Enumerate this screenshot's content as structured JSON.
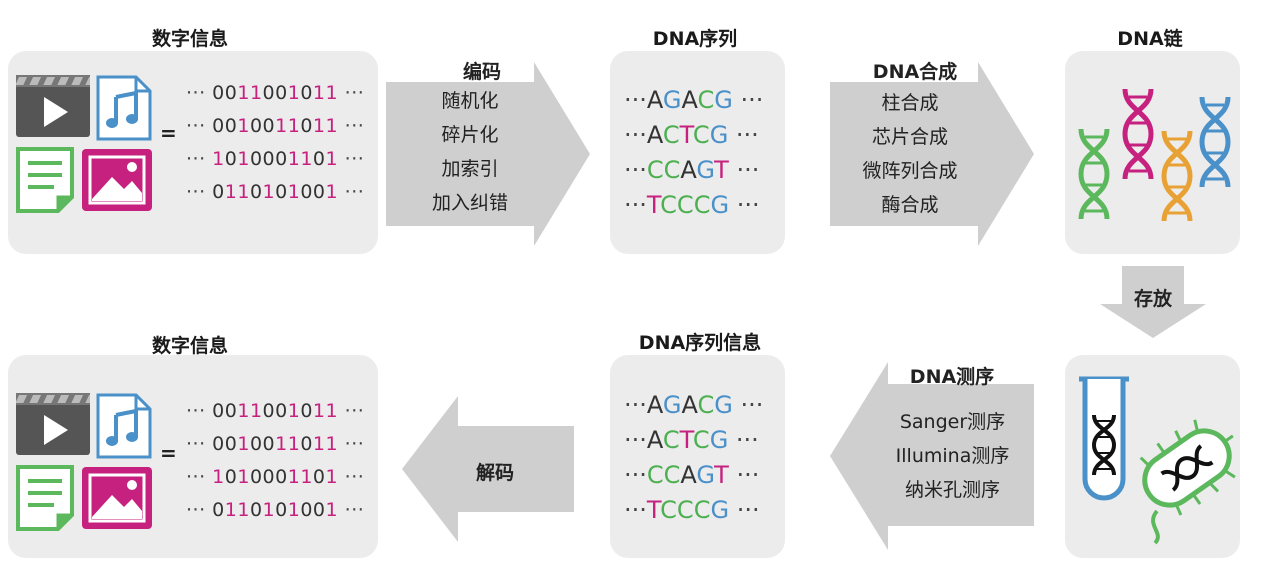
{
  "top_left": {
    "title": "数字信息",
    "equals": "=",
    "bit_rows": [
      {
        "pre": "···",
        "bits": "0011001011",
        "post": "···"
      },
      {
        "pre": "···",
        "bits": "0010011011",
        "post": "···"
      },
      {
        "pre": "···",
        "bits": "1010001101",
        "post": "···"
      },
      {
        "pre": "···",
        "bits": "0110101001",
        "post": "···"
      }
    ],
    "icons": [
      "video-icon",
      "music-file-icon",
      "document-icon",
      "image-icon"
    ]
  },
  "encode_arrow": {
    "label": "编码",
    "items": [
      "随机化",
      "碎片化",
      "加索引",
      "加入纠错"
    ]
  },
  "dna_sequence": {
    "title": "DNA序列",
    "rows": [
      {
        "pre": "···",
        "seq": "AGACG",
        "post": "···"
      },
      {
        "pre": "···",
        "seq": "ACTCG",
        "post": "···"
      },
      {
        "pre": "···",
        "seq": "CCAGT",
        "post": "···"
      },
      {
        "pre": "···",
        "seq": "TCCCG",
        "post": "···"
      }
    ]
  },
  "synthesis_arrow": {
    "label": "DNA合成",
    "items": [
      "柱合成",
      "芯片合成",
      "微阵列合成",
      "酶合成"
    ]
  },
  "dna_chain": {
    "title": "DNA链",
    "icons": [
      "dna-green-icon",
      "dna-magenta-icon",
      "dna-orange-icon",
      "dna-blue-icon"
    ]
  },
  "storage_arrow": {
    "label": "存放"
  },
  "storage_panel": {
    "icons": [
      "test-tube-dna-icon",
      "bacteria-dna-icon"
    ]
  },
  "sequencing_arrow": {
    "label": "DNA测序",
    "items": [
      "Sanger测序",
      "Illumina测序",
      "纳米孔测序"
    ]
  },
  "dna_sequence_info": {
    "title": "DNA序列信息",
    "rows": [
      {
        "pre": "···",
        "seq": "AGACG",
        "post": "···"
      },
      {
        "pre": "···",
        "seq": "ACTCG",
        "post": "···"
      },
      {
        "pre": "···",
        "seq": "CCAGT",
        "post": "···"
      },
      {
        "pre": "···",
        "seq": "TCCCG",
        "post": "···"
      }
    ]
  },
  "decode_arrow": {
    "label": "解码"
  },
  "bottom_left": {
    "title": "数字信息",
    "equals": "=",
    "bit_rows": [
      {
        "pre": "···",
        "bits": "0011001011",
        "post": "···"
      },
      {
        "pre": "···",
        "bits": "0010011011",
        "post": "···"
      },
      {
        "pre": "···",
        "bits": "1010001101",
        "post": "···"
      },
      {
        "pre": "···",
        "bits": "0110101001",
        "post": "···"
      }
    ],
    "icons": [
      "video-icon",
      "music-file-icon",
      "document-icon",
      "image-icon"
    ]
  },
  "colors": {
    "panel": "#ececec",
    "arrow": "#cfcfcf",
    "bit_one": "#c6217e",
    "bit_zero": "#333333",
    "A": "#333333",
    "G": "#4a90c9",
    "C": "#4caf50",
    "T": "#c6217e",
    "dna_green": "#5cb85c",
    "dna_magenta": "#c6217e",
    "dna_orange": "#e8a135",
    "dna_blue": "#4a90c9"
  }
}
